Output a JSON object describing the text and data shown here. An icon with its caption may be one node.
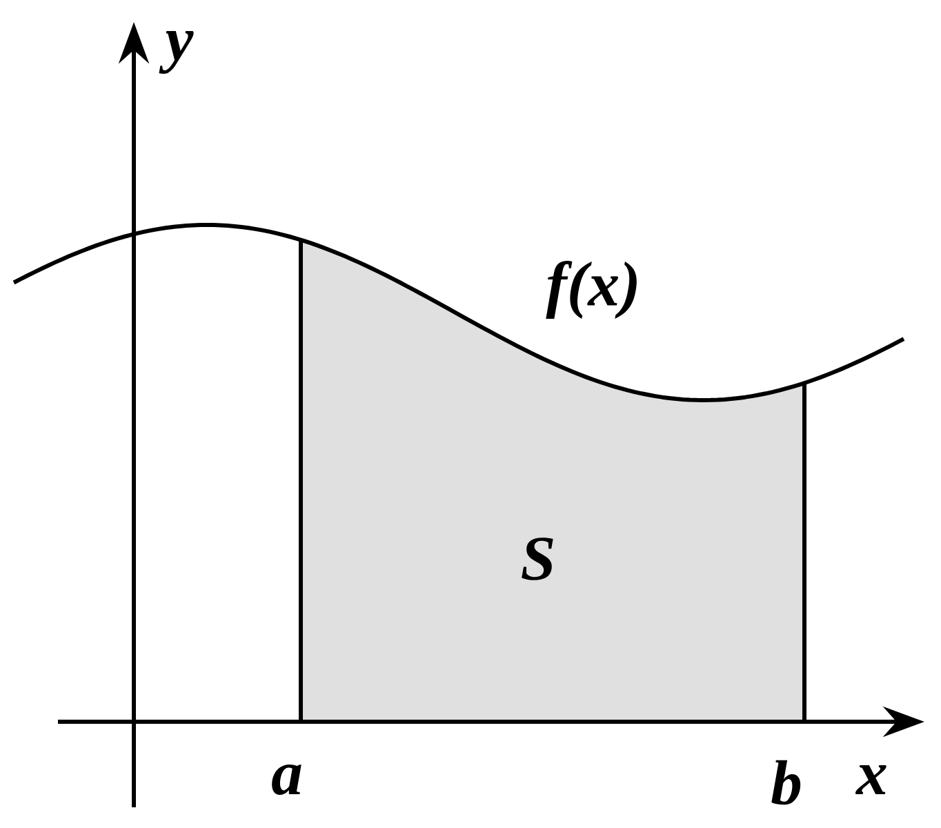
{
  "diagram": {
    "labels": [
      "y",
      "f(x)",
      "S",
      "a",
      "b",
      "x"
    ]
  }
}
